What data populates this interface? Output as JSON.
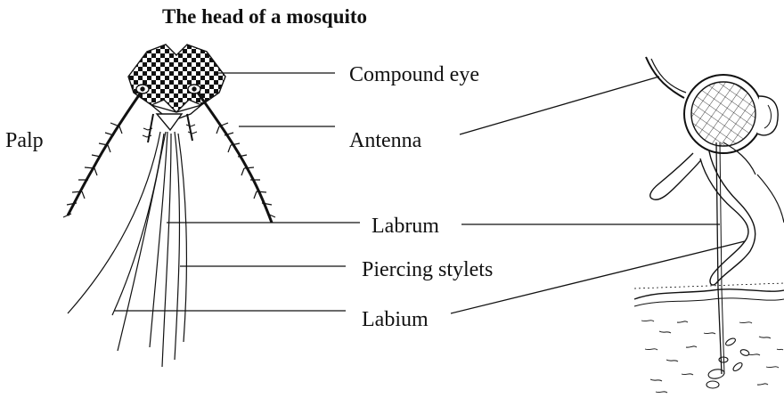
{
  "diagram": {
    "title": "The head of a mosquito",
    "labels": {
      "palp": "Palp",
      "compound_eye": "Compound eye",
      "antenna": "Antenna",
      "labrum": "Labrum",
      "piercing_stylets": "Piercing stylets",
      "labium": "Labium"
    }
  },
  "colors": {
    "ink": "#111111",
    "background": "#ffffff"
  }
}
